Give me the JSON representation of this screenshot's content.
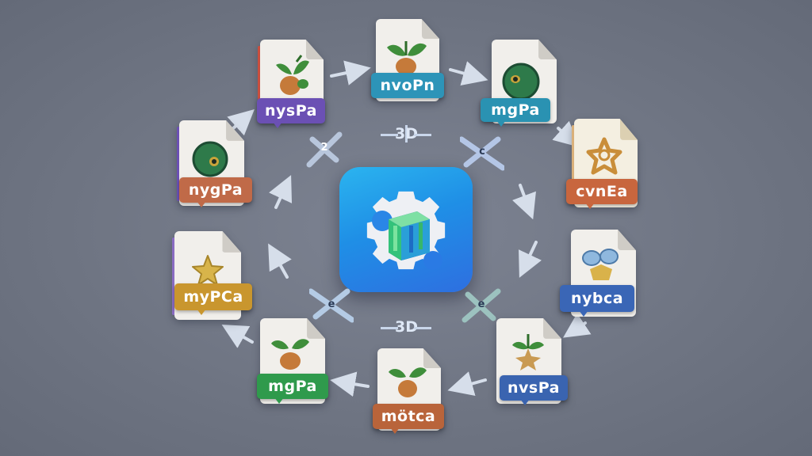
{
  "center_icon": {
    "icon": "gear-cube-icon",
    "accent": "#1f8fe6"
  },
  "dimension_tags": [
    {
      "id": "top",
      "text": "3D"
    },
    {
      "id": "bottom",
      "text": "3D"
    }
  ],
  "connector_nodes": [
    {
      "id": "upper-left",
      "glyph": "2",
      "color": "#b8c6dc"
    },
    {
      "id": "upper-right",
      "glyph": "c",
      "color": "#b4c6e6"
    },
    {
      "id": "lower-left",
      "glyph": "e",
      "color": "#b4cbe5"
    },
    {
      "id": "lower-right",
      "glyph": "e",
      "color": "#9cc2bf"
    }
  ],
  "files": [
    {
      "id": "nyspa",
      "label": "nysPa",
      "label_color": "#6b50b4",
      "art": "sprout-acorn-icon",
      "edge": "#c94e3e"
    },
    {
      "id": "nvopn",
      "label": "nvoPn",
      "label_color": "#2d94b8",
      "art": "sprout-acorn-icon",
      "edge": ""
    },
    {
      "id": "mgpa-1",
      "label": "mgPa",
      "label_color": "#2a92b2",
      "art": "green-ball-icon",
      "edge": ""
    },
    {
      "id": "cvnea",
      "label": "cvnEa",
      "label_color": "#c8663e",
      "art": "star-outline-icon",
      "edge": "#d9b07a"
    },
    {
      "id": "nygpa",
      "label": "nygPa",
      "label_color": "#c06a48",
      "art": "green-ball-icon",
      "edge": "#6b50b4"
    },
    {
      "id": "nybca",
      "label": "nybca",
      "label_color": "#3a66b6",
      "art": "blue-petals-icon",
      "edge": ""
    },
    {
      "id": "mypca",
      "label": "myPCa",
      "label_color": "#c9962e",
      "art": "gold-star-icon",
      "edge": "#8a6cc2"
    },
    {
      "id": "nvspa",
      "label": "nvsPa",
      "label_color": "#3a64b0",
      "art": "sprout-star-icon",
      "edge": ""
    },
    {
      "id": "mgpa-2",
      "label": "mgPa",
      "label_color": "#2f9a4c",
      "art": "sprout-acorn-icon",
      "edge": ""
    },
    {
      "id": "motca",
      "label": "mötca",
      "label_color": "#b9643a",
      "art": "sprout-acorn-icon",
      "edge": ""
    }
  ]
}
